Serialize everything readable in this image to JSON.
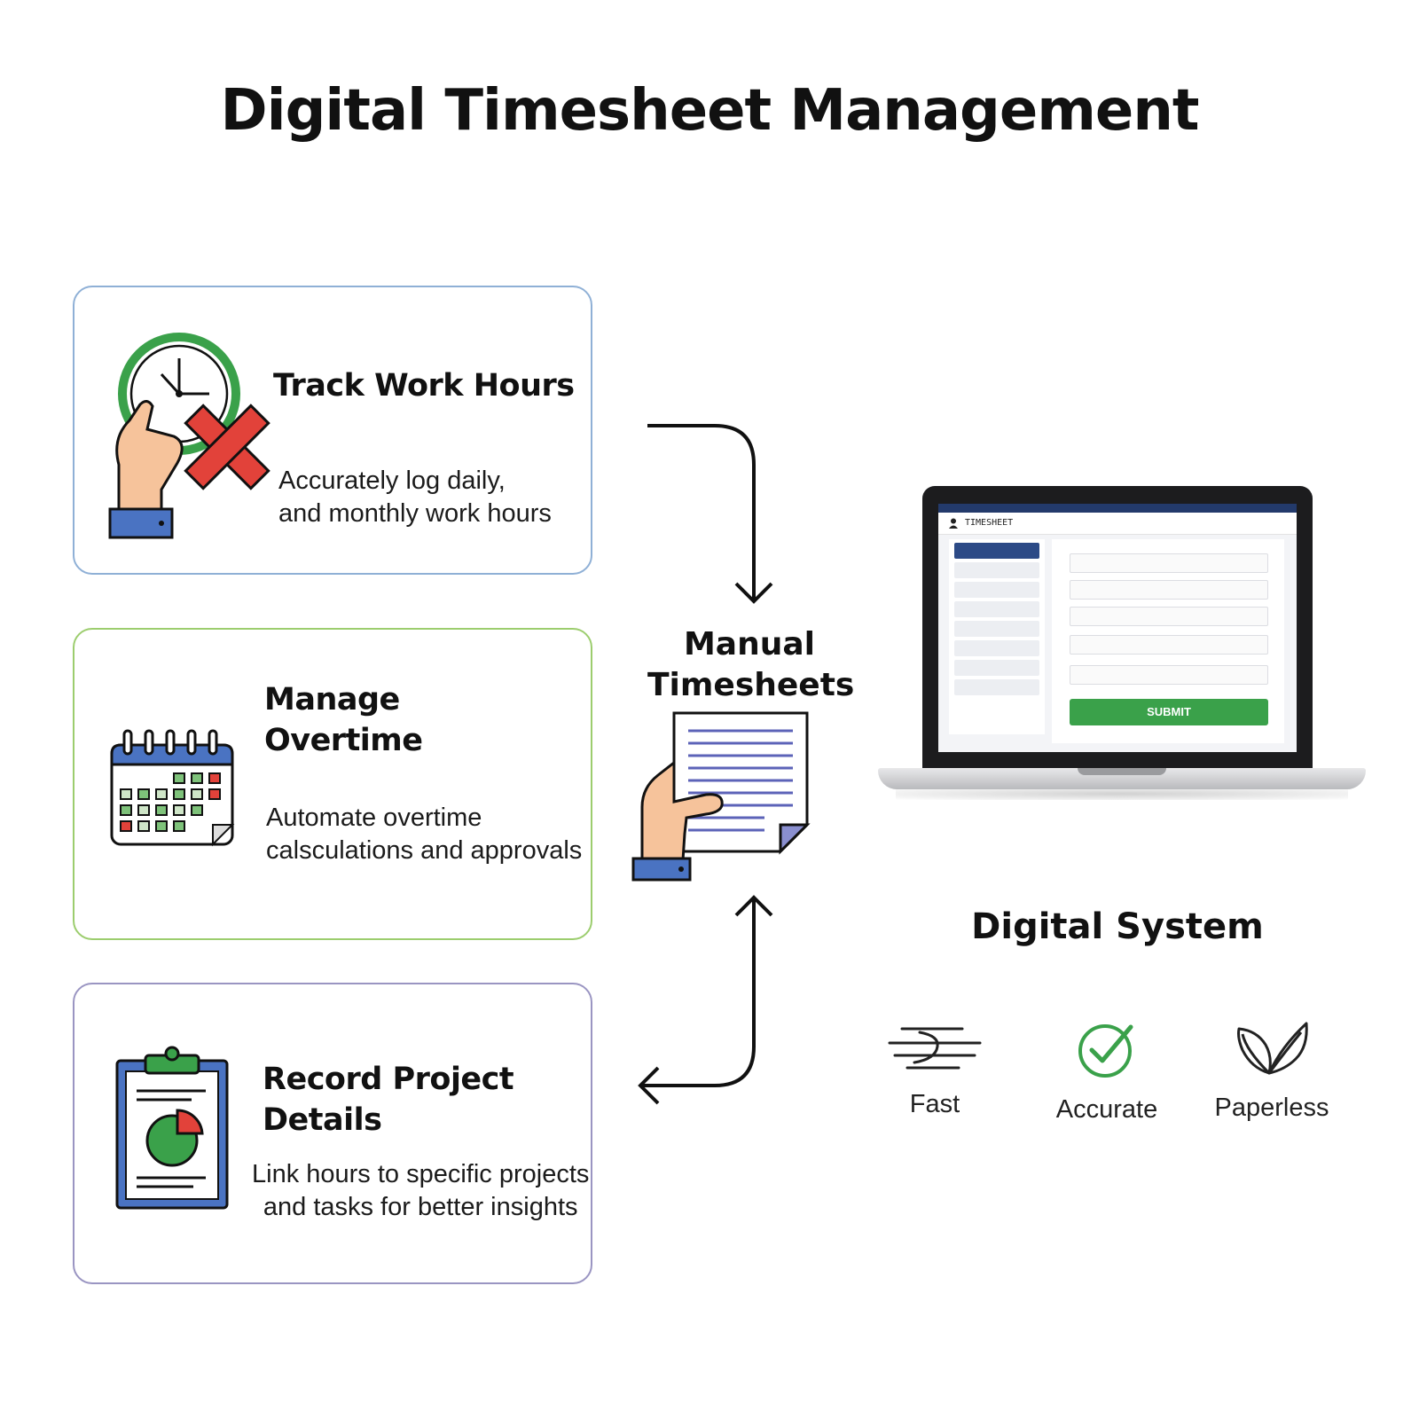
{
  "title": "Digital Timesheet Management",
  "cards": [
    {
      "title": "Track Work Hours",
      "lines": [
        "Accurately log daily,",
        "and monthly work hours"
      ],
      "icon": "clock-hand-cross-icon",
      "border_color": "#8fb0d6"
    },
    {
      "title_lines": [
        "Manage",
        "Overtime"
      ],
      "lines": [
        "Automate overtime",
        "calsculations and approvals"
      ],
      "icon": "calendar-icon",
      "border_color": "#9ccd6e"
    },
    {
      "title": "Record Project Details",
      "lines": [
        "Link hours to specific projects",
        "and tasks for better insights"
      ],
      "icon": "clipboard-chart-icon",
      "border_color": "#9a95c2"
    }
  ],
  "center": {
    "label_lines": [
      "Manual",
      "Timesheets"
    ],
    "icon": "hand-document-icon"
  },
  "laptop": {
    "app_title": "TIMESHEET",
    "submit_label": "SUBMIT",
    "icon": "laptop-icon"
  },
  "digital": {
    "heading": "Digital System",
    "benefits": [
      {
        "label": "Fast",
        "icon": "speed-lines-icon"
      },
      {
        "label": "Accurate",
        "icon": "check-circle-icon"
      },
      {
        "label": "Paperless",
        "icon": "leaf-icon"
      }
    ]
  },
  "colors": {
    "green": "#3aa14a",
    "red": "#e2423a",
    "blue": "#4a73c2",
    "navy": "#233a6b",
    "skin": "#f6c39b"
  }
}
